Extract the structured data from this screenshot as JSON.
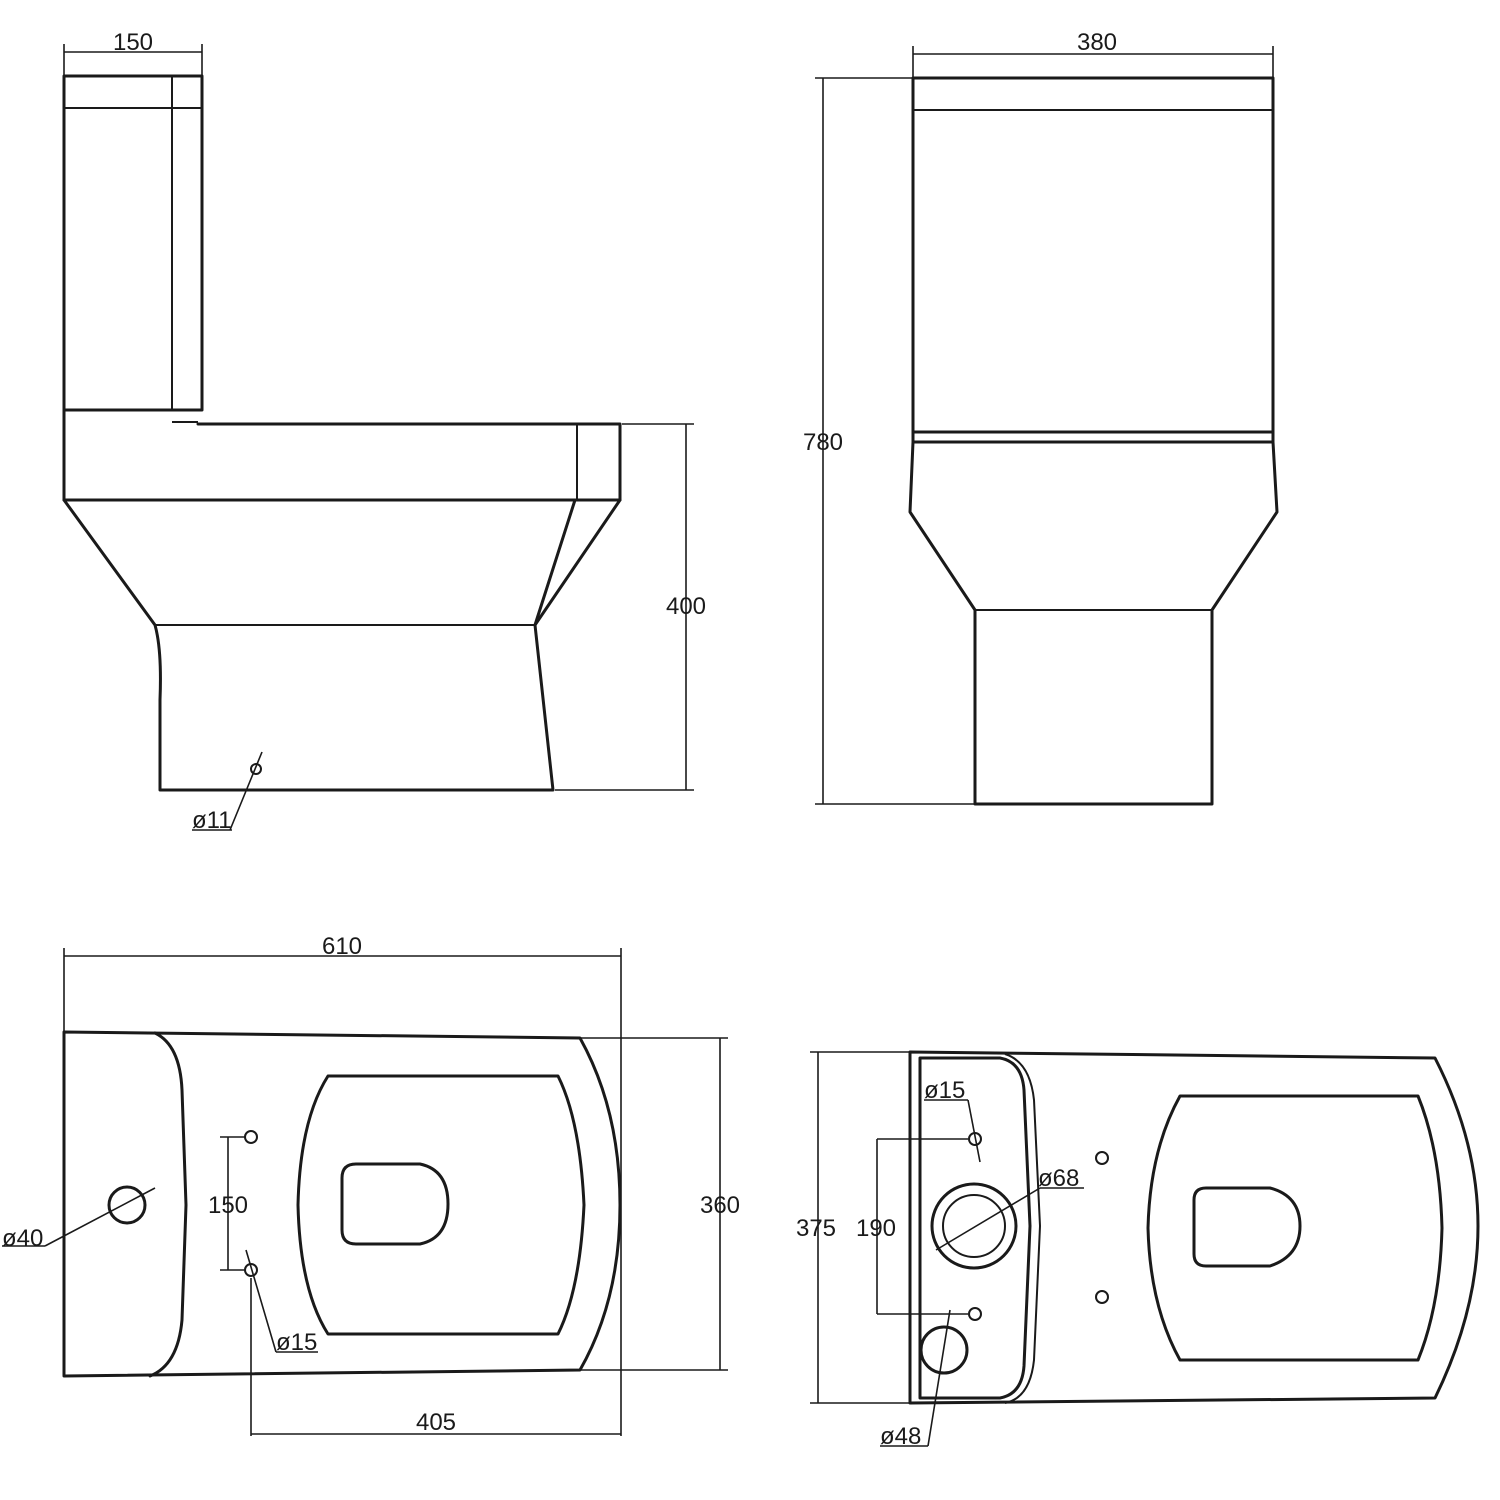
{
  "colors": {
    "line": "#1a1a1a",
    "background": "#ffffff"
  },
  "views": {
    "side": {
      "dim_tank_depth": "150",
      "dim_pan_height": "400",
      "dim_fixing_hole": "ø11"
    },
    "front": {
      "dim_width": "380",
      "dim_height": "780"
    },
    "top": {
      "dim_length": "610",
      "dim_width": "360",
      "dim_waste_hole": "ø40",
      "dim_hole_spacing": "150",
      "dim_fixing_holes": "ø15",
      "dim_hole_offset": "405"
    },
    "tank_plan": {
      "dim_depth": "375",
      "dim_inlet_spacing": "190",
      "dim_inlet_holes": "ø15",
      "dim_outlet": "ø68",
      "dim_overflow": "ø48"
    }
  }
}
